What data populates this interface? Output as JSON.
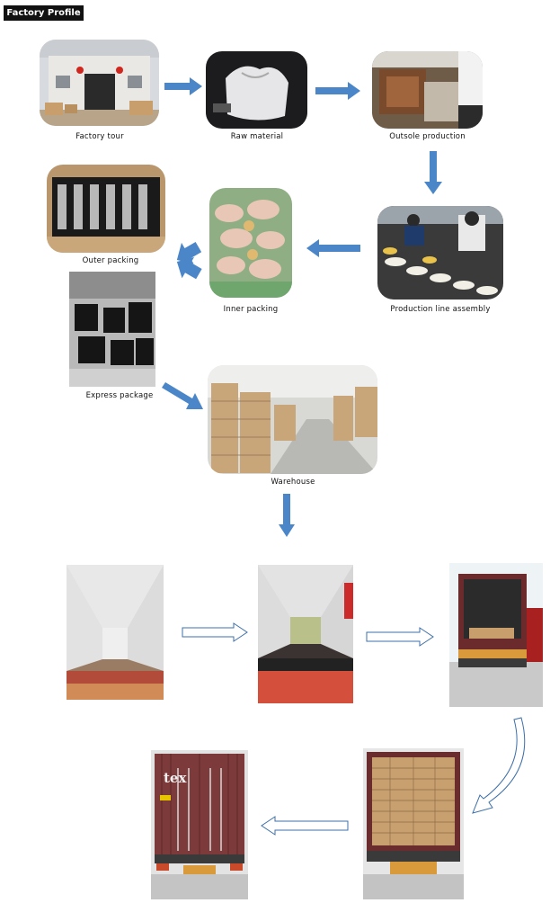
{
  "header": {
    "title": "Factory Profile"
  },
  "steps": {
    "factory_tour": "Factory tour",
    "raw_material": "Raw material",
    "outsole_production": "Outsole production",
    "outer_packing": "Outer packing",
    "inner_packing": "Inner packing",
    "production_line_assembly": "Production line assembly",
    "express_package": "Express package",
    "warehouse": "Warehouse"
  },
  "truck": {
    "logo_text": "tex"
  },
  "colors": {
    "arrow_blue": "#4a86c8",
    "outline_blue": "#3c6fa8",
    "header_bg": "#111111"
  }
}
